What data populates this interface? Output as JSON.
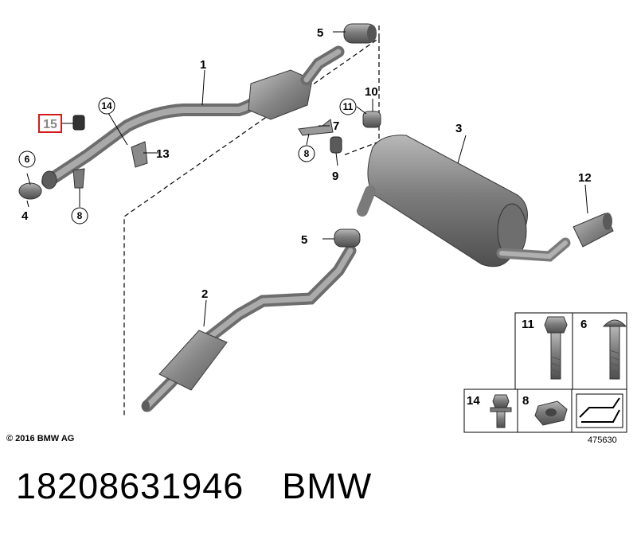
{
  "callouts": {
    "c1": "1",
    "c2": "2",
    "c3": "3",
    "c4": "4",
    "c5a": "5",
    "c5b": "5",
    "c6": "6",
    "c7": "7",
    "c8a": "8",
    "c8b": "8",
    "c9": "9",
    "c10": "10",
    "c11": "11",
    "c12": "12",
    "c13": "13",
    "c14": "14",
    "c15": "15"
  },
  "legend": {
    "l11": "11",
    "l6": "6",
    "l14": "14",
    "l8": "8"
  },
  "copyright": "© 2016 BMW AG",
  "diagram_number": "475630",
  "part_number": "18208631946",
  "brand": "BMW",
  "colors": {
    "highlight_box": "#d11a1a",
    "part_fill": "#8a8a8a",
    "text_gray": "#888888"
  }
}
